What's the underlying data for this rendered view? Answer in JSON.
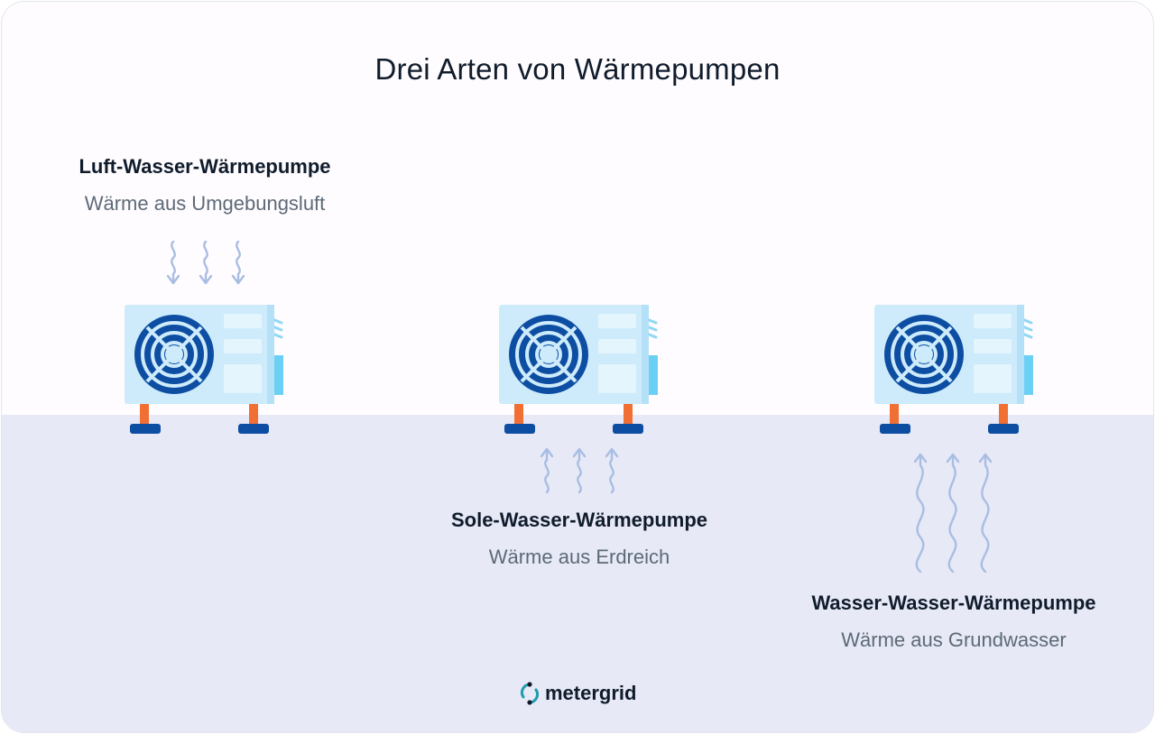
{
  "title": "Drei Arten von Wärmepumpen",
  "pumps": [
    {
      "name": "Luft-Wasser-Wärmepumpe",
      "desc": "Wärme aus Umgebungsluft",
      "icon": "heat-pump-unit-icon"
    },
    {
      "name": "Sole-Wasser-Wärmepumpe",
      "desc": "Wärme aus Erdreich",
      "icon": "heat-pump-unit-icon"
    },
    {
      "name": "Wasser-Wasser-Wärmepumpe",
      "desc": "Wärme aus Grundwasser",
      "icon": "heat-pump-unit-icon"
    }
  ],
  "logo": {
    "text": "metergrid",
    "icon": "metergrid-logo-icon"
  },
  "colors": {
    "sky": "#fefcfe",
    "ground": "#e7e9f6",
    "unit_body": "#cdebfb",
    "fan": "#0d4ea3",
    "legs": "#f26f33",
    "feet": "#0d4ea3",
    "arrows": "#a9bde4",
    "side_panel": "#6cd0f5"
  }
}
